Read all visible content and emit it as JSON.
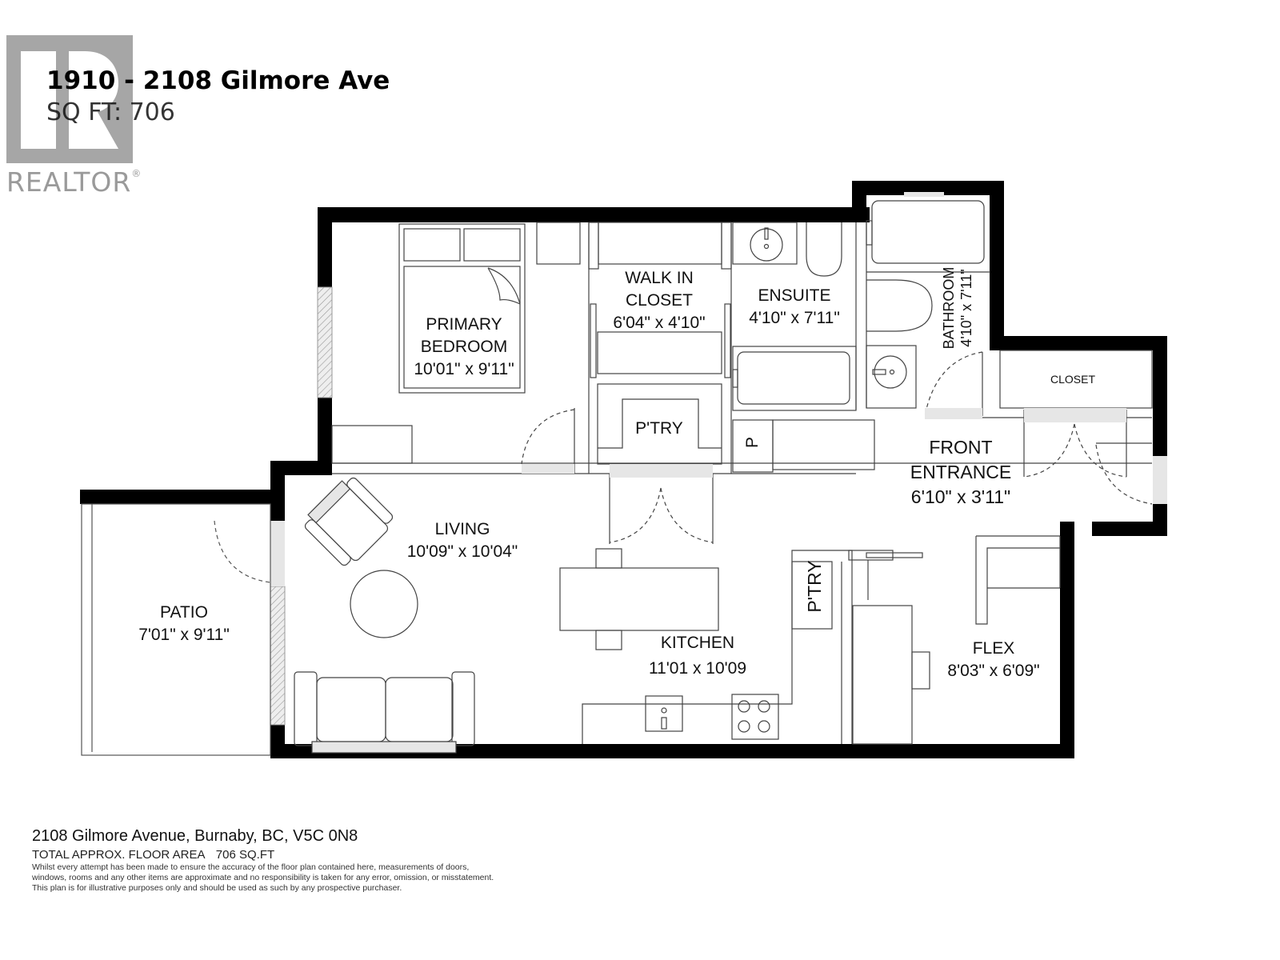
{
  "header": {
    "title": "1910 - 2108 Gilmore Ave",
    "subtitle": "SQ FT: 706"
  },
  "logo": {
    "icon": "realtor-r-logo-icon",
    "wordmark": "REALTOR",
    "registered_mark": "®",
    "color": "#a6a6a6"
  },
  "rooms": {
    "primary_bedroom": {
      "name_line1": "PRIMARY",
      "name_line2": "BEDROOM",
      "dimensions": "10'01\" x 9'11\""
    },
    "walk_in_closet": {
      "name_line1": "WALK IN",
      "name_line2": "CLOSET",
      "dimensions": "6'04\" x 4'10\""
    },
    "ensuite": {
      "name": "ENSUITE",
      "dimensions": "4'10\" x 7'11\""
    },
    "bathroom": {
      "name": "BATHROOM",
      "dimensions": "4'10\" x 7'11\""
    },
    "closet": {
      "name": "CLOSET"
    },
    "pantry_upper": {
      "name": "P'TRY"
    },
    "pantry_small": {
      "name": "P"
    },
    "front_entrance": {
      "name_line1": "FRONT",
      "name_line2": "ENTRANCE",
      "dimensions": "6'10\" x 3'11\""
    },
    "living": {
      "name": "LIVING",
      "dimensions": "10'09\" x 10'04\""
    },
    "patio": {
      "name": "PATIO",
      "dimensions": "7'01\" x 9'11\""
    },
    "kitchen": {
      "name": "KITCHEN",
      "dimensions": "11'01 x 10'09"
    },
    "pantry_kitchen": {
      "name": "P'TRY"
    },
    "flex": {
      "name": "FLEX",
      "dimensions": "8'03\" x 6'09\""
    }
  },
  "plan_colors": {
    "wall": "#000000",
    "line": "#444444",
    "door_threshold": "#e6e6e6",
    "window_hatch": "#bbbbbb"
  },
  "footer": {
    "address": "2108 Gilmore Avenue, Burnaby, BC, V5C 0N8",
    "area_label": "TOTAL APPROX. FLOOR AREA",
    "area_value": "706 SQ.FT",
    "disclaimer_line1": "Whilst every attempt has been made to ensure the accuracy of the floor plan contained here, measurements of doors,",
    "disclaimer_line2": "windows, rooms and any other items are approximate and no responsibility is taken for any error, omission, or misstatement.",
    "disclaimer_line3": "This plan is for illustrative purposes only and should be used as such by any prospective purchaser."
  }
}
